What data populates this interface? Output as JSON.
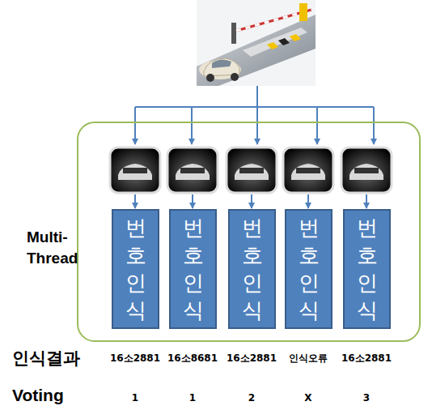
{
  "diagram": {
    "nodes": [
      {
        "text": [
          "Multi-Thread"
        ]
      },
      {
        "text": [
          "번호인식"
        ],
        "in": 0
      },
      {
        "text": [
          "번호인식"
        ],
        "in": 0
      },
      {
        "text": [
          "번호인식"
        ],
        "in": 0
      },
      {
        "text": [
          "번호인식"
        ],
        "in": 0
      },
      {
        "text": [
          "번호인식"
        ],
        "in": 0
      }
    ],
    "labels": [
      "인식결과",
      "16소2881",
      "16소8681",
      "16소2881",
      "인식오류",
      "16소2881",
      "Voting",
      "1",
      "1",
      "2",
      "X",
      "3"
    ]
  }
}
